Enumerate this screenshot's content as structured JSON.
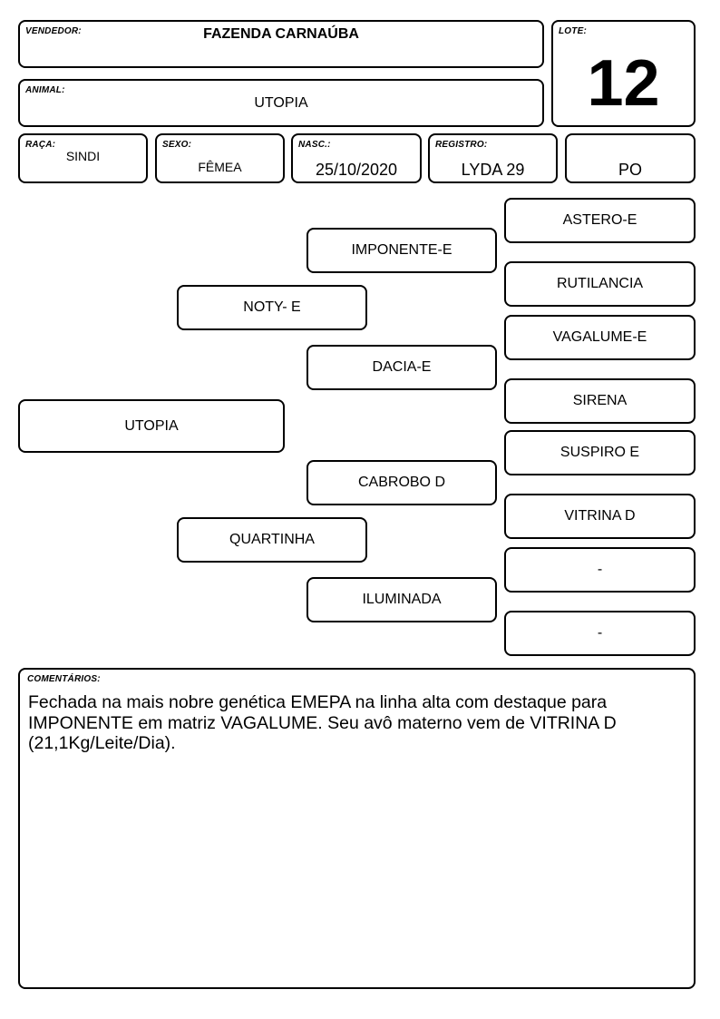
{
  "header": {
    "vendedor_label": "VENDEDOR:",
    "vendedor_value": "FAZENDA CARNAÚBA",
    "lote_label": "LOTE:",
    "lote_value": "12",
    "animal_label": "ANIMAL:",
    "animal_value": "UTOPIA"
  },
  "info": {
    "raca_label": "RAÇA:",
    "raca_value": "SINDI",
    "sexo_label": "SEXO:",
    "sexo_value": "FÊMEA",
    "nasc_label": "NASC.:",
    "nasc_value": "25/10/2020",
    "registro_label": "REGISTRO:",
    "registro_value": "LYDA 29",
    "category_value": "PO"
  },
  "pedigree": {
    "animal": "UTOPIA",
    "sire": "NOTY- E",
    "dam": "QUARTINHA",
    "sire_sire": "IMPONENTE-E",
    "sire_dam": "DACIA-E",
    "dam_sire": "CABROBO D",
    "dam_dam": "ILUMINADA",
    "great_grandparents": [
      "ASTERO-E",
      "RUTILANCIA",
      "VAGALUME-E",
      "SIRENA",
      "SUSPIRO E",
      "VITRINA D",
      "-",
      "-"
    ]
  },
  "comments": {
    "label": "COMENTÁRIOS:",
    "text": "Fechada na mais nobre genética EMEPA na linha alta com destaque para IMPONENTE em matriz VAGALUME. Seu avô materno vem de VITRINA D (21,1Kg/Leite/Dia)."
  }
}
